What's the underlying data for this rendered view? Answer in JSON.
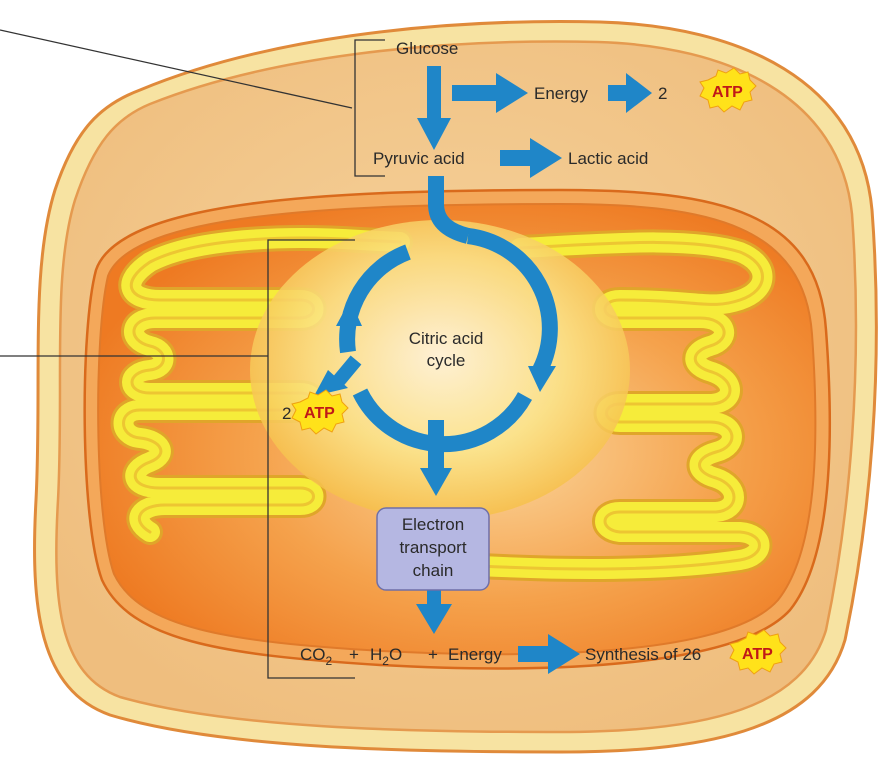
{
  "labels": {
    "glucose": "Glucose",
    "energy": "Energy",
    "energy_atp_count": "2",
    "pyruvic_acid": "Pyruvic acid",
    "lactic_acid": "Lactic acid",
    "citric_acid_cycle_line1": "Citric acid",
    "citric_acid_cycle_line2": "cycle",
    "cycle_atp_count": "2",
    "etc_line1": "Electron",
    "etc_line2": "transport",
    "etc_line3": "chain",
    "co2_main": "CO",
    "co2_sub": "2",
    "plus1": "+",
    "h2o_h": "H",
    "h2o_sub": "2",
    "h2o_o": "O",
    "plus2": "+",
    "energy2": "Energy",
    "synthesis": "Synthesis of 26",
    "atp": "ATP"
  },
  "colors": {
    "arrow": "#1f86c8",
    "atp_burst": "#ffe21a",
    "atp_text": "#c01818",
    "cytoplasm": "#f2c58a",
    "cell_membrane": "#f7e3a2",
    "mitochondrion": "#f07f25",
    "cristae": "#f5eb3a",
    "etc_box": "#b5b7e2"
  },
  "icons": [
    "atp-starburst-icon",
    "flow-arrow-icon"
  ]
}
